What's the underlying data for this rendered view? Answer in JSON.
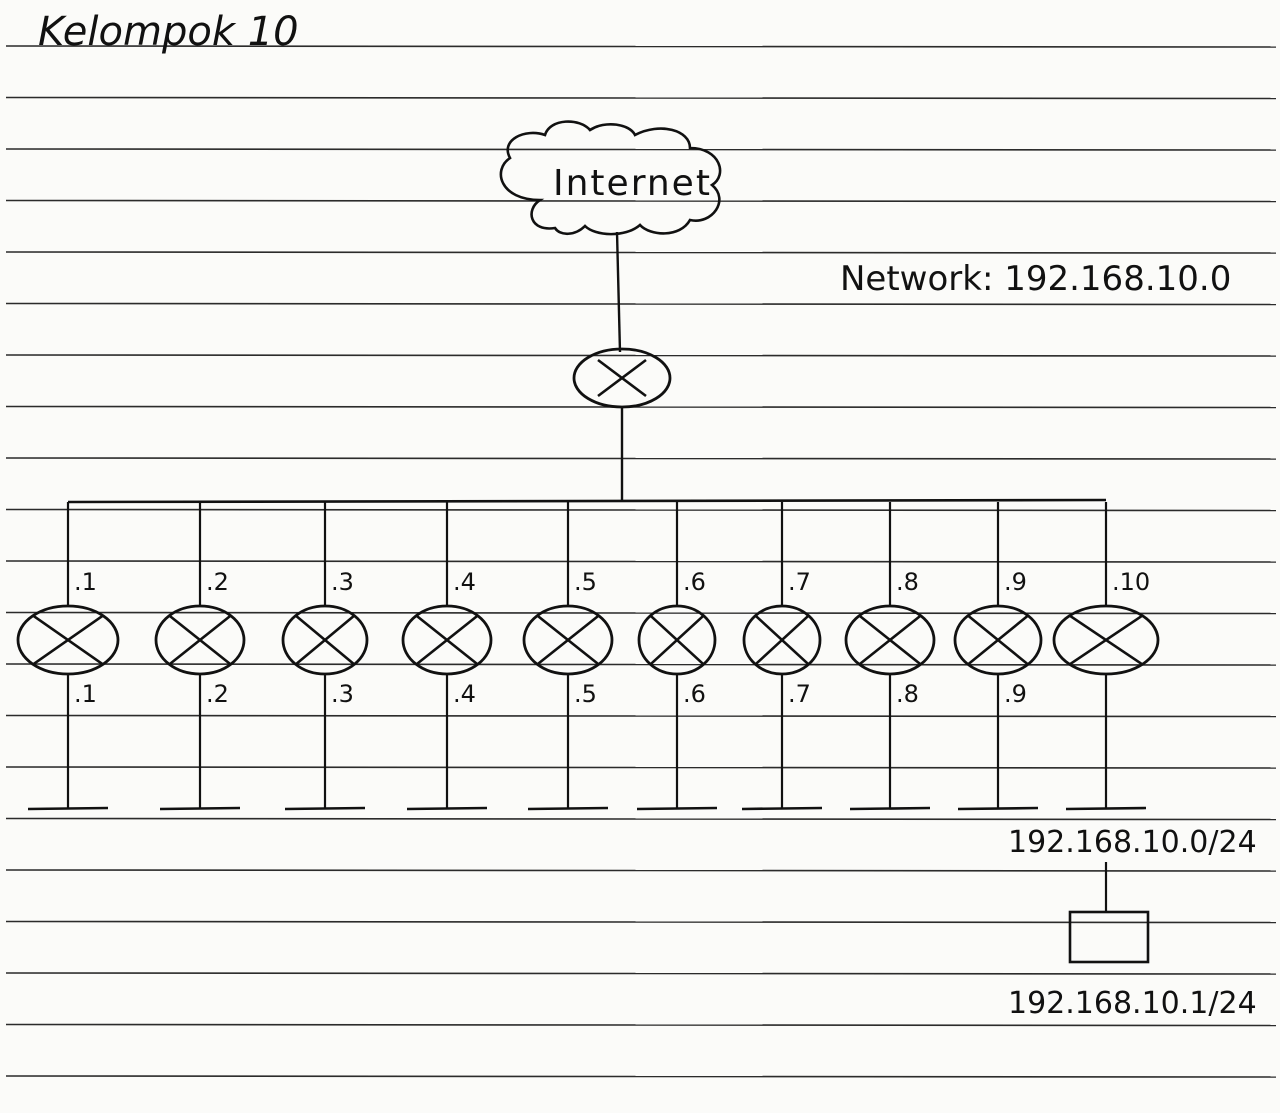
{
  "title": "Kelompok 10",
  "internet_label": "Internet",
  "network_label": "Network: 192.168.10.0",
  "routers": [
    {
      "top_label": ".1",
      "bottom_label": ".1"
    },
    {
      "top_label": ".2",
      "bottom_label": ".2"
    },
    {
      "top_label": ".3",
      "bottom_label": ".3"
    },
    {
      "top_label": ".4",
      "bottom_label": ".4"
    },
    {
      "top_label": ".5",
      "bottom_label": ".5"
    },
    {
      "top_label": ".6",
      "bottom_label": ".6"
    },
    {
      "top_label": ".7",
      "bottom_label": ".7"
    },
    {
      "top_label": ".8",
      "bottom_label": ".8"
    },
    {
      "top_label": ".9",
      "bottom_label": ".9"
    },
    {
      "top_label": ".10",
      "bottom_label": ""
    }
  ],
  "lan_subnet_label": "192.168.10.0/24",
  "host_ip_label": "192.168.10.1/24",
  "colors": {
    "paper": "#fbfbf9",
    "ink": "#111111",
    "rule": "#2b2b2b"
  }
}
